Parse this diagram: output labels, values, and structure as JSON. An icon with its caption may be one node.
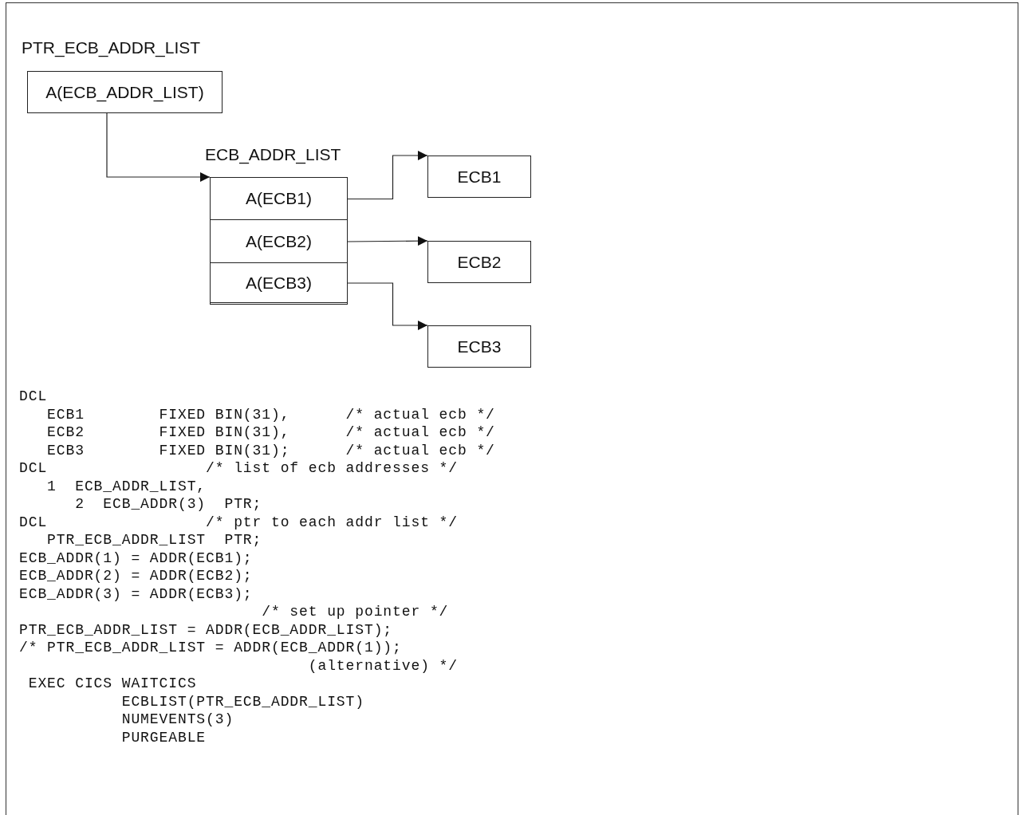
{
  "diagram": {
    "nodes": [
      {
        "text": [
          "PTR_ECB_ADDR_LIST",
          "A(ECB_ADDR_LIST)"
        ]
      },
      {
        "text": [
          "ECB_ADDR_LIST"
        ]
      },
      {
        "text": [
          "A(ECB1)"
        ],
        "in": 1
      },
      {
        "text": [
          "A(ECB2)"
        ],
        "in": 1
      },
      {
        "text": [
          "A(ECB3)"
        ],
        "in": 1
      },
      {
        "text": [
          "ECB1"
        ]
      },
      {
        "text": [
          "ECB2"
        ]
      },
      {
        "text": [
          "ECB3"
        ]
      }
    ],
    "edges": [
      {
        "from": 0,
        "to": 1,
        "arrow": "to"
      },
      {
        "from": 2,
        "to": 5,
        "arrow": "to"
      },
      {
        "from": 3,
        "to": 6,
        "arrow": "to"
      },
      {
        "from": 4,
        "to": 7,
        "arrow": "to"
      }
    ],
    "labels": [
      "DCL",
      "   ECB1        FIXED BIN(31),      /* actual ecb */",
      "   ECB2        FIXED BIN(31),      /* actual ecb */",
      "   ECB3        FIXED BIN(31);      /* actual ecb */",
      "DCL                 /* list of ecb addresses */",
      "   1  ECB_ADDR_LIST,",
      "      2  ECB_ADDR(3)  PTR;",
      "DCL                 /* ptr to each addr list */",
      "   PTR_ECB_ADDR_LIST  PTR;",
      "ECB_ADDR(1) = ADDR(ECB1);",
      "ECB_ADDR(2) = ADDR(ECB2);",
      "ECB_ADDR(3) = ADDR(ECB3);",
      "                          /* set up pointer */",
      "PTR_ECB_ADDR_LIST = ADDR(ECB_ADDR_LIST);",
      "/* PTR_ECB_ADDR_LIST = ADDR(ECB_ADDR(1));",
      "                               (alternative) */",
      " EXEC CICS WAITCICS",
      "           ECBLIST(PTR_ECB_ADDR_LIST)",
      "           NUMEVENTS(3)",
      "           PURGEABLE"
    ]
  }
}
